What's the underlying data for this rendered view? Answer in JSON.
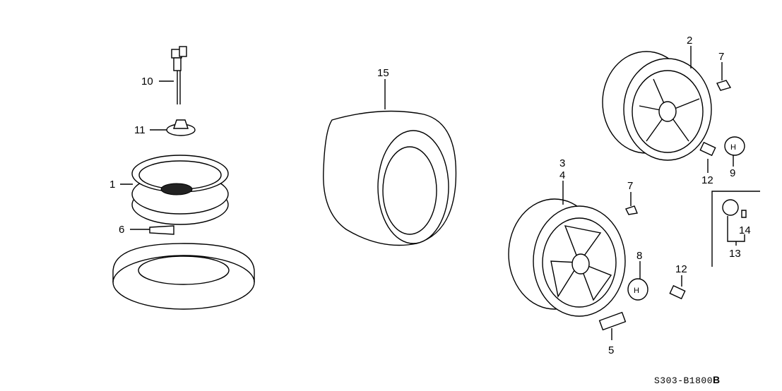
{
  "diagram_code": "S303-B1800",
  "diagram_code_suffix": "B",
  "callouts": [
    "10",
    "11",
    "1",
    "6",
    "15",
    "2",
    "7",
    "12",
    "9",
    "3",
    "4",
    "7",
    "8",
    "12",
    "14",
    "13",
    "5"
  ],
  "parts": [
    "spare-wheel-bolt",
    "wing-nut",
    "spare-disk-wheel",
    "caution-label",
    "tire",
    "alloy-wheel-upper",
    "balance-weight",
    "wheel-nut",
    "center-cap",
    "alloy-wheel-lower",
    "valve",
    "center-cap-set",
    "emblem"
  ]
}
